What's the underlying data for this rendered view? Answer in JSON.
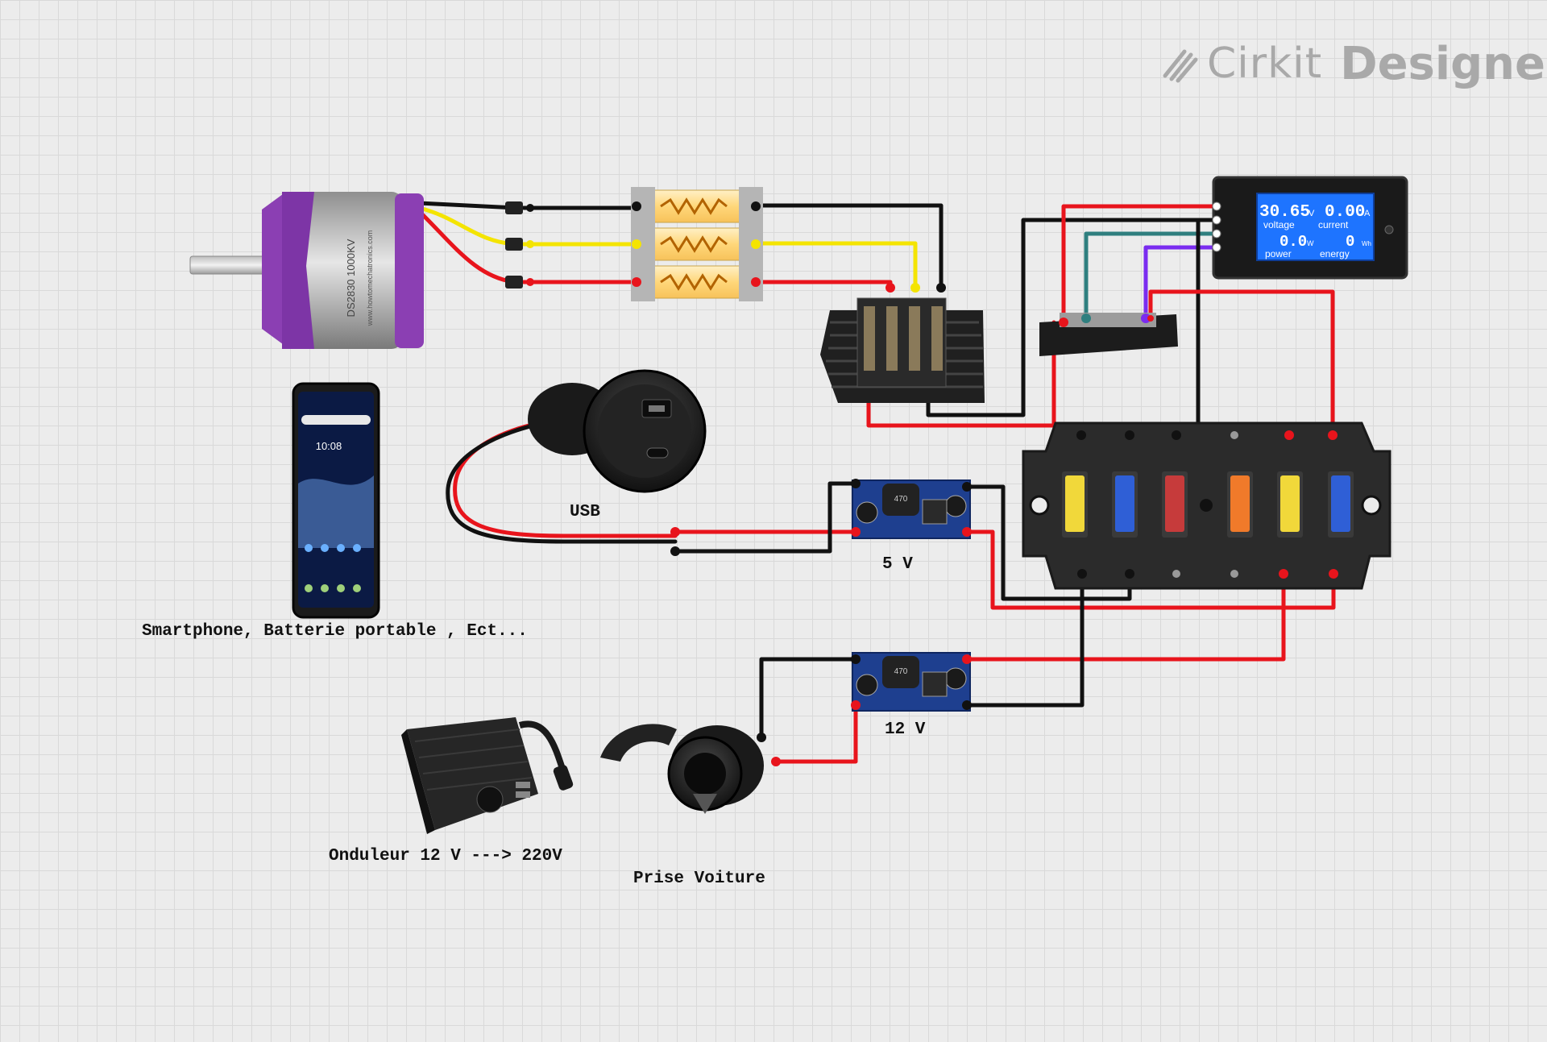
{
  "brand": {
    "name_light": "Cirkit",
    "name_bold": "Designer"
  },
  "components": {
    "motor": {
      "model_text": "DS2830 1000KV",
      "site_text": "www.howtomechatronics.com"
    },
    "meter": {
      "voltage_value": "30.65",
      "voltage_unit": "V",
      "voltage_label": "voltage",
      "current_value": "0.00",
      "current_unit": "A",
      "current_label": "current",
      "power_value": "0.0",
      "power_unit": "W",
      "power_label": "power",
      "energy_value": "0",
      "energy_unit": "Wh",
      "energy_label": "energy"
    },
    "phone": {
      "clock": "10:08"
    },
    "buck_5v": {
      "cap_text": "470"
    },
    "buck_12v": {
      "cap_text": "470"
    }
  },
  "labels": {
    "usb": "USB",
    "buck_5v": "5 V",
    "buck_12v": "12 V",
    "smartphone": "Smartphone, Batterie portable , Ect...",
    "inverter": "Onduleur 12 V ---> 220V",
    "car_socket": "Prise Voiture"
  },
  "colors": {
    "wire_black": "#111111",
    "wire_red": "#e8141c",
    "wire_yellow": "#f4e400",
    "wire_teal": "#2f7f7f",
    "wire_purple": "#7a2cf0",
    "meter_lcd": "#1e74ff"
  }
}
